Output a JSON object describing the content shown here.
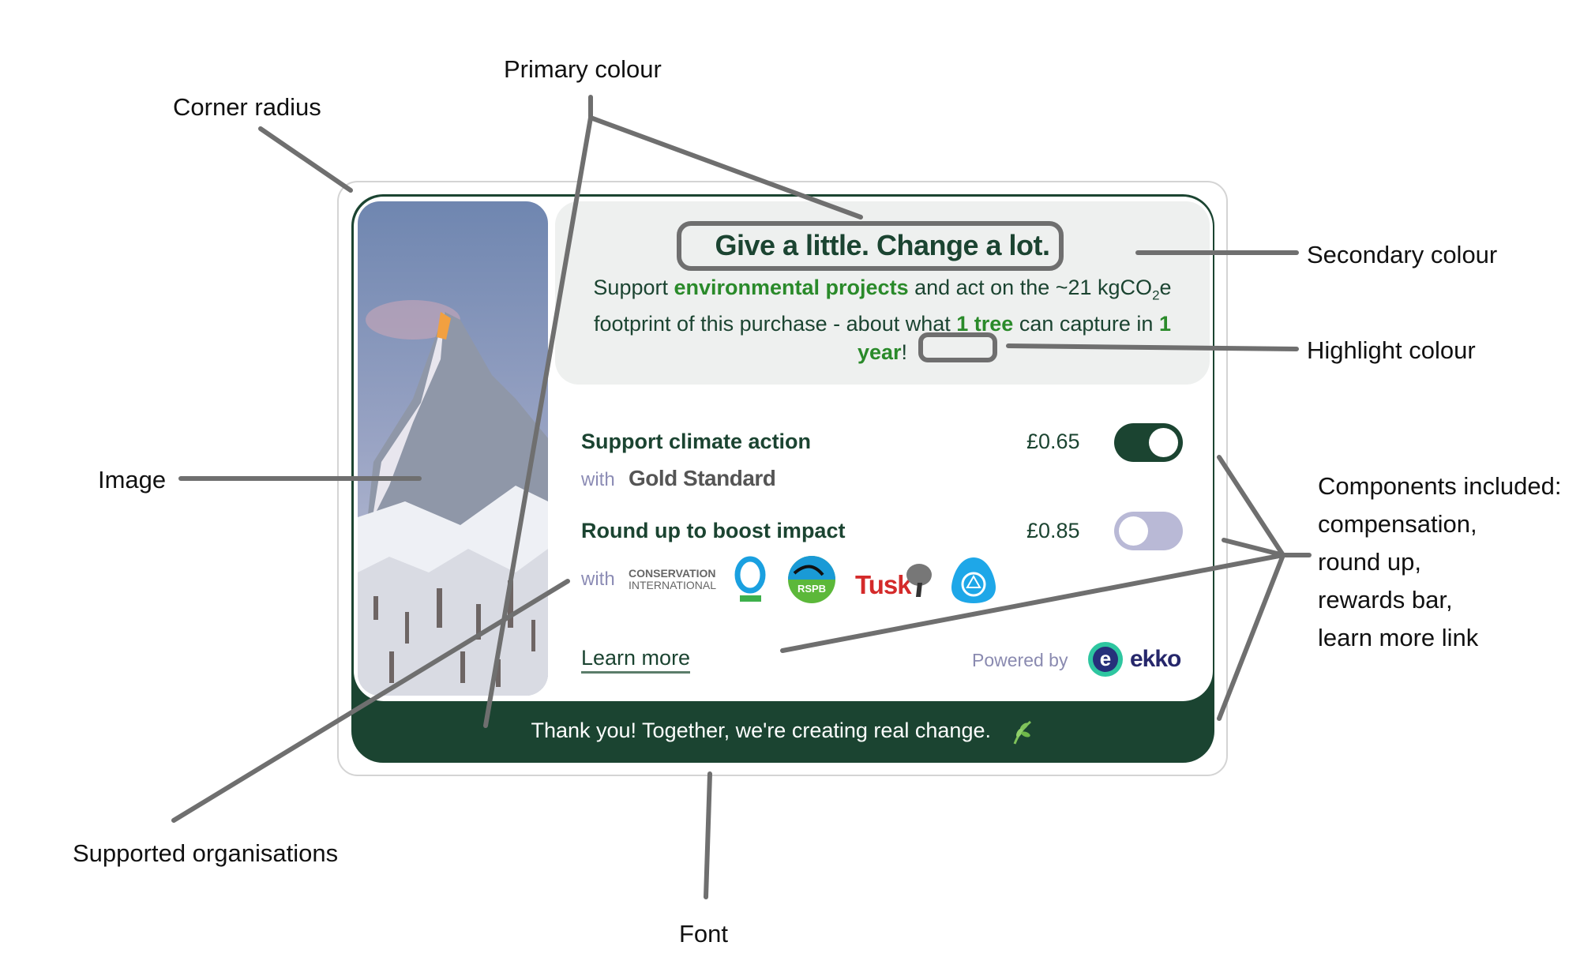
{
  "annotations": {
    "corner_radius": "Corner radius",
    "primary_colour": "Primary colour",
    "secondary_colour": "Secondary colour",
    "highlight_colour": "Highlight colour",
    "image": "Image",
    "components": [
      "Components included:",
      "compensation,",
      "round up,",
      "rewards bar,",
      "learn more link"
    ],
    "supported_organisations": "Supported organisations",
    "font": "Font"
  },
  "widget": {
    "title": "Give a little. Change a lot.",
    "desc": {
      "p1": "Support ",
      "h1": "environmental projects",
      "p2": " and act on the ~21 kgCO",
      "sub": "2",
      "p3": "e footprint of this purchase - about what ",
      "h2": "1 tree",
      "p4": " can capture in ",
      "h3": "1 year",
      "p5": "!"
    },
    "rows": [
      {
        "label": "Support climate action",
        "price": "£0.65",
        "with": "with",
        "partner": "Gold Standard",
        "toggle_on": true
      },
      {
        "label": "Round up to boost impact",
        "price": "£0.85",
        "with": "with",
        "partners": [
          "CONSERVATION",
          "INTERNATIONAL",
          "RSPB",
          "Tusk"
        ],
        "toggle_on": false
      }
    ],
    "learn_more": "Learn more",
    "powered_by": "Powered by",
    "brand": "ekko",
    "brand_mark": "e",
    "thank_you": "Thank you! Together, we're creating real change.",
    "icons": [
      "leaf-icon",
      "mountain-image"
    ]
  },
  "colors": {
    "primary": "#1b4431",
    "secondary": "#eef0ef",
    "highlight": "#2a8a2a",
    "toggle_off": "#b9b9d6",
    "annotation_line": "#6f6f6f"
  }
}
